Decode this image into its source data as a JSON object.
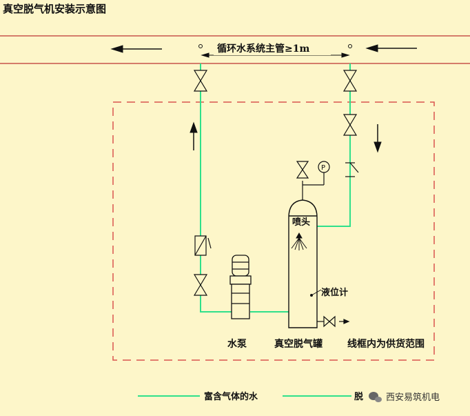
{
  "title": "真空脱气机安装示意图",
  "main_pipe_label": "循环水系统主管≥1m",
  "nozzle_label": "喷头",
  "level_gauge_label": "液位计",
  "pump_label": "水泵",
  "tank_label": "真空脱气罐",
  "scope_label": "线框内为供货范围",
  "legend": {
    "gas_rich_water": "富含气体的水",
    "degassed_water_partial": "脱"
  },
  "watermark": "西安易筑机电",
  "colors": {
    "background": "#fdf6c9",
    "pipe_green": "#2ee08a",
    "line_dark": "#222222",
    "dashed_border": "#d9534f"
  }
}
